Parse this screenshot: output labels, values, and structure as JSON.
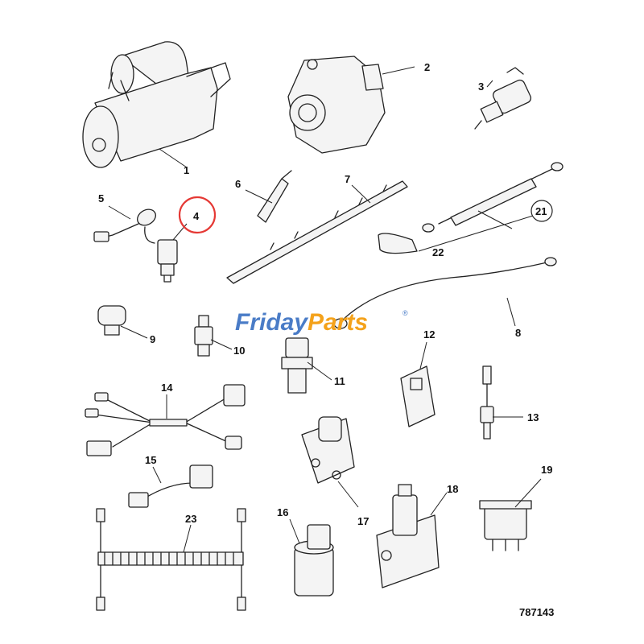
{
  "watermark": {
    "word1": "Friday",
    "word2": "Parts",
    "color1": "#4a7cc7",
    "color2": "#f4a21b",
    "registered": "®"
  },
  "diagram_ref": "787143",
  "highlight_color": "#e53935",
  "callouts": [
    "1",
    "2",
    "3",
    "4",
    "5",
    "6",
    "7",
    "8",
    "9",
    "10",
    "11",
    "12",
    "13",
    "14",
    "15",
    "16",
    "17",
    "18",
    "19",
    "21",
    "22",
    "23"
  ]
}
